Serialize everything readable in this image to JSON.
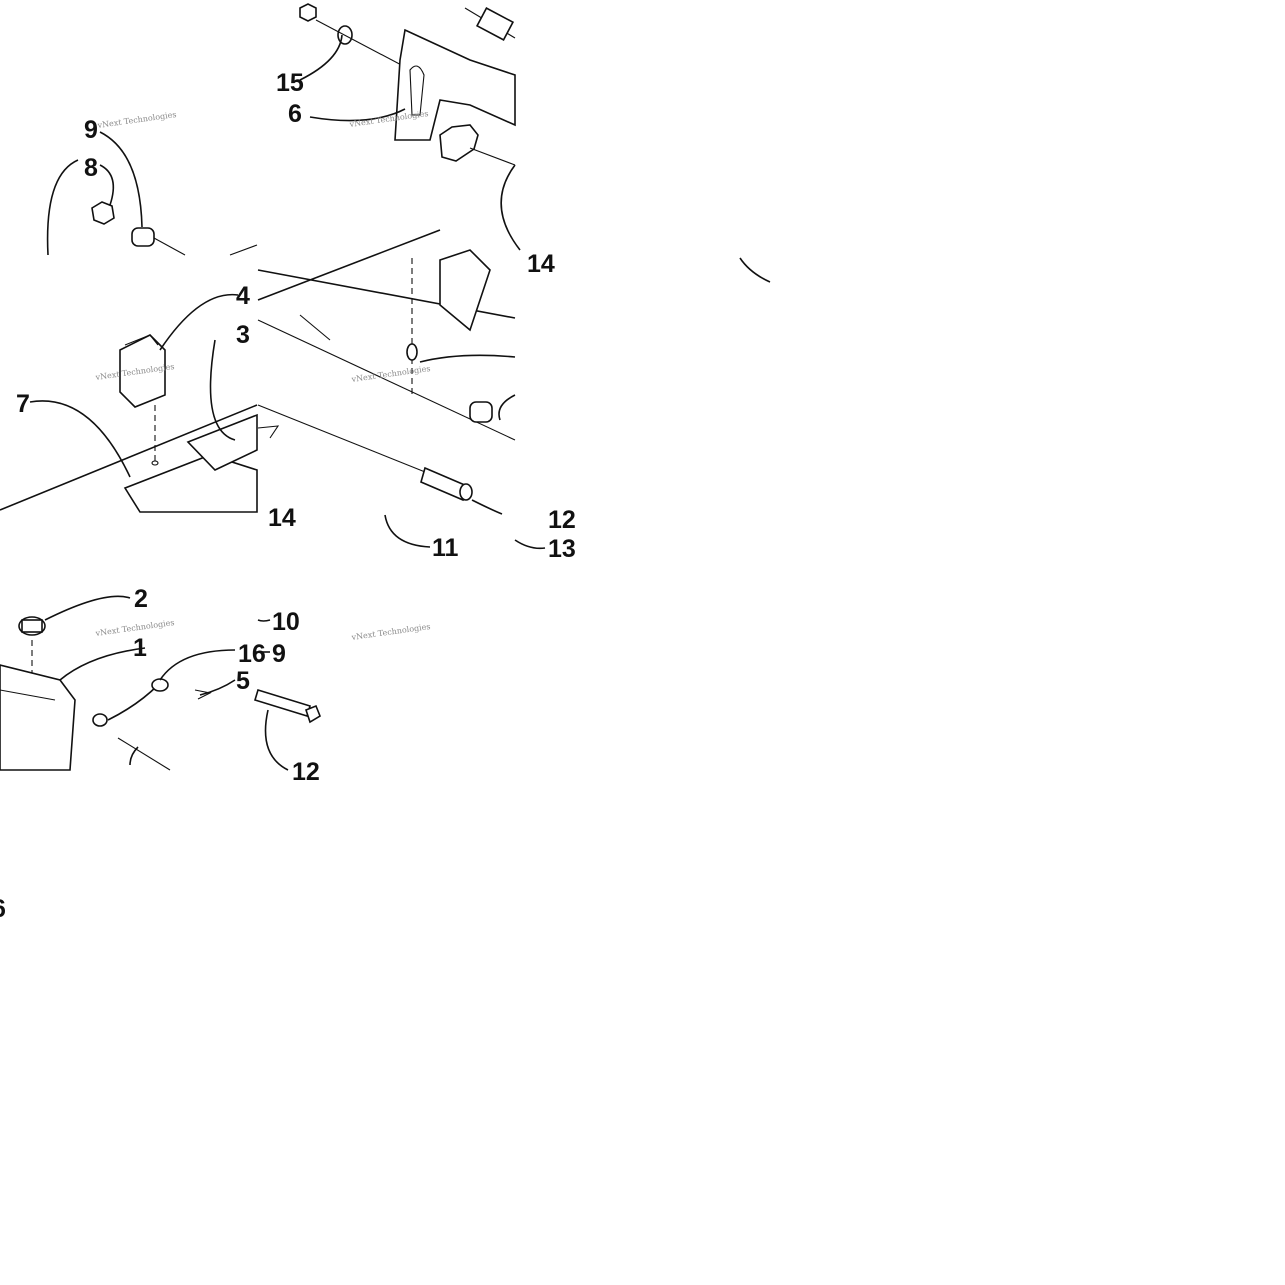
{
  "watermark": {
    "text": "vNext Technologies"
  },
  "callouts": {
    "c15": "15",
    "c6": "6",
    "c9_top": "9",
    "c8": "8",
    "c14_top": "14",
    "c4": "4",
    "c3": "3",
    "c7": "7",
    "c14_mid": "14",
    "c11": "11",
    "c12_mid": "12",
    "c13": "13",
    "c2": "2",
    "c1": "1",
    "c10": "10",
    "c16": "16",
    "c9_low": "9",
    "c5": "5",
    "c12_low": "12",
    "c6_edge": "6"
  },
  "colors": {
    "line": "#111111",
    "watermark": "#8a8a8a",
    "background": "#ffffff"
  }
}
